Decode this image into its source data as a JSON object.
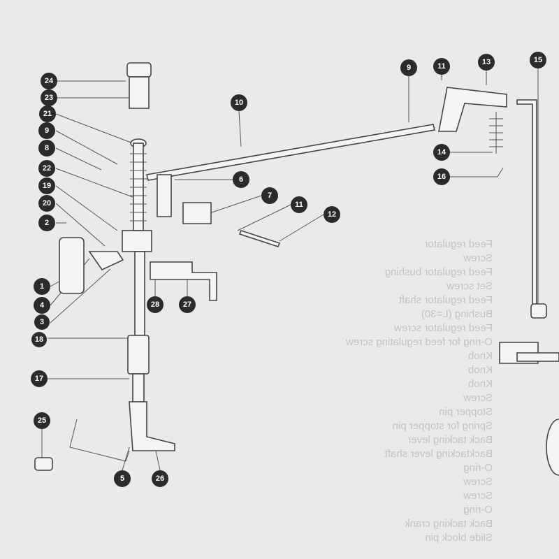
{
  "bleed_through_text": [
    "Feed regulator",
    "Screw",
    "Feed regulator bushing",
    "Set screw",
    "Feed regulator shaft",
    "Bushing (L=30)",
    "Feed regulator screw",
    "O-ring for feed regulating screw",
    "Knob",
    "Knob",
    "Knob",
    "Screw",
    "Stopper pin",
    "Spring for stopper pin",
    "Back tacking lever",
    "Backtacking lever shaft",
    "O-ring",
    "Screw",
    "Screw",
    "O-ring",
    "Back tacking crank",
    "Slide block pin"
  ],
  "callouts": {
    "c24": "24",
    "c23": "23",
    "c21": "21",
    "c9a": "9",
    "c8": "8",
    "c22": "22",
    "c19": "19",
    "c20": "20",
    "c2": "2",
    "c1": "1",
    "c4": "4",
    "c3": "3",
    "c18": "18",
    "c17": "17",
    "c25": "25",
    "c5": "5",
    "c26": "26",
    "c28": "28",
    "c27": "27",
    "c10": "10",
    "c6": "6",
    "c7": "7",
    "c11a": "11",
    "c12": "12",
    "c9b": "9",
    "c11b": "11",
    "c13": "13",
    "c15": "15",
    "c14": "14",
    "c16": "16"
  }
}
